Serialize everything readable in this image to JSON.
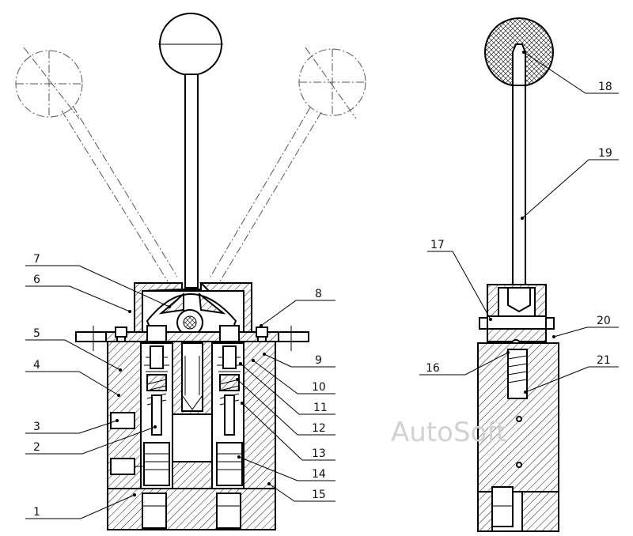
{
  "watermark": "AutoSoft",
  "callouts": [
    {
      "id": "1",
      "text": "1"
    },
    {
      "id": "2",
      "text": "2"
    },
    {
      "id": "3",
      "text": "3"
    },
    {
      "id": "4",
      "text": "4"
    },
    {
      "id": "5",
      "text": "5"
    },
    {
      "id": "6",
      "text": "6"
    },
    {
      "id": "7",
      "text": "7"
    },
    {
      "id": "8",
      "text": "8"
    },
    {
      "id": "9",
      "text": "9"
    },
    {
      "id": "10",
      "text": "10"
    },
    {
      "id": "11",
      "text": "11"
    },
    {
      "id": "12",
      "text": "12"
    },
    {
      "id": "13",
      "text": "13"
    },
    {
      "id": "14",
      "text": "14"
    },
    {
      "id": "15",
      "text": "15"
    },
    {
      "id": "16",
      "text": "16"
    },
    {
      "id": "17",
      "text": "17"
    },
    {
      "id": "18",
      "text": "18"
    },
    {
      "id": "19",
      "text": "19"
    },
    {
      "id": "20",
      "text": "20"
    },
    {
      "id": "21",
      "text": "21"
    }
  ]
}
